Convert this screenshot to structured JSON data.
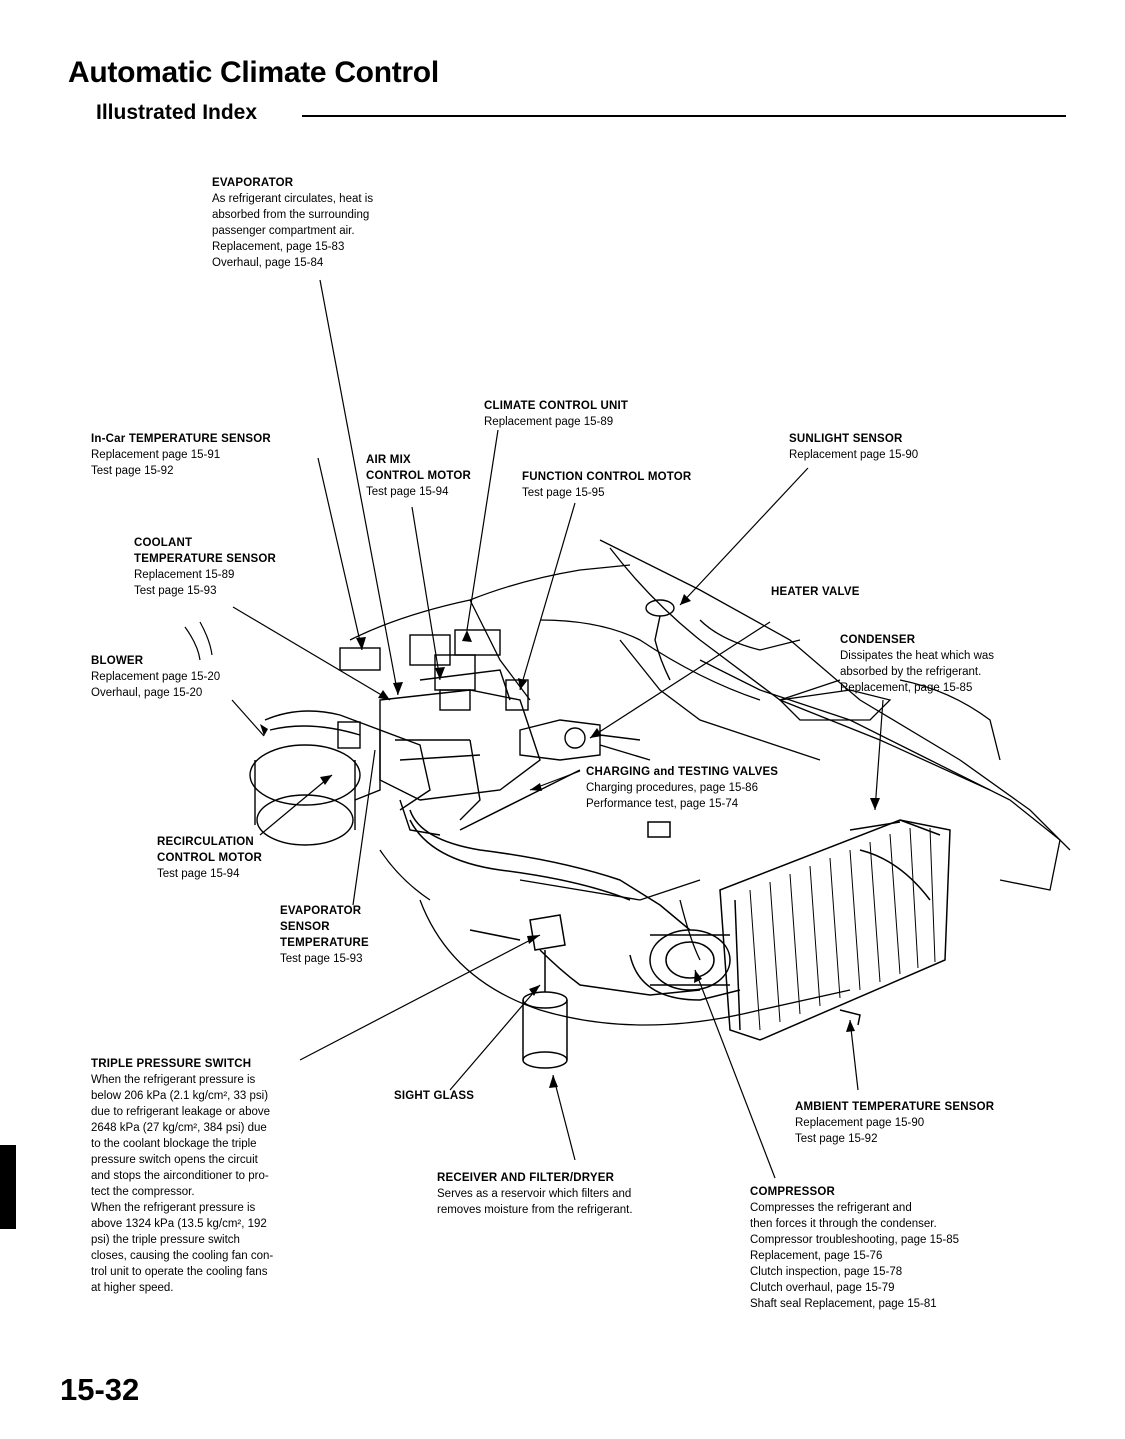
{
  "header": {
    "title": "Automatic Climate Control",
    "subtitle": "Illustrated Index"
  },
  "labels": {
    "evaporator": {
      "heading": "EVAPORATOR",
      "lines": [
        "As refrigerant circulates, heat is",
        "absorbed from the surrounding",
        "passenger compartment air.",
        "Replacement, page 15-83",
        "Overhaul, page 15-84"
      ]
    },
    "climate_control_unit": {
      "heading": "CLIMATE CONTROL UNIT",
      "lines": [
        "Replacement page 15-89"
      ]
    },
    "in_car_sensor": {
      "heading": "In-Car TEMPERATURE SENSOR",
      "lines": [
        "Replacement page 15-91",
        "Test page 15-92"
      ]
    },
    "air_mix": {
      "heading": "AIR MIX",
      "heading2": "CONTROL MOTOR",
      "lines": [
        "Test page 15-94"
      ]
    },
    "function_motor": {
      "heading": "FUNCTION CONTROL MOTOR",
      "lines": [
        "Test page 15-95"
      ]
    },
    "sunlight_sensor": {
      "heading": "SUNLIGHT SENSOR",
      "lines": [
        "Replacement page 15-90"
      ]
    },
    "coolant_sensor": {
      "heading": "COOLANT",
      "heading2": "TEMPERATURE SENSOR",
      "lines": [
        "Replacement 15-89",
        "Test page 15-93"
      ]
    },
    "heater_valve": {
      "heading": "HEATER VALVE"
    },
    "condenser": {
      "heading": "CONDENSER",
      "lines": [
        "Dissipates the heat which was",
        "absorbed by the refrigerant.",
        "Replacement, page 15-85"
      ]
    },
    "blower": {
      "heading": "BLOWER",
      "lines": [
        "Replacement page 15-20",
        "Overhaul, page 15-20"
      ]
    },
    "charging_valves": {
      "heading": "CHARGING and TESTING VALVES",
      "lines": [
        "Charging procedures, page 15-86",
        "Performance test, page 15-74"
      ]
    },
    "recirculation_motor": {
      "heading": "RECIRCULATION",
      "heading2": "CONTROL MOTOR",
      "lines": [
        "Test page 15-94"
      ]
    },
    "evaporator_sensor": {
      "heading": "EVAPORATOR",
      "heading2": "SENSOR",
      "heading3": "TEMPERATURE",
      "lines": [
        "Test page 15-93"
      ]
    },
    "triple_switch": {
      "heading": "TRIPLE PRESSURE SWITCH",
      "lines": [
        "When the refrigerant pressure is",
        "below 206 kPa (2.1 kg/cm², 33 psi)",
        "due to refrigerant leakage or above",
        "2648 kPa (27 kg/cm², 384 psi) due",
        "to the coolant blockage the triple",
        "pressure switch opens the circuit",
        "and stops the airconditioner to pro-",
        "tect the compressor.",
        "When the refrigerant pressure is",
        "above 1324 kPa (13.5 kg/cm², 192",
        "psi) the triple pressure switch",
        "closes, causing the cooling fan con-",
        "trol unit to operate the cooling fans",
        "at higher speed."
      ]
    },
    "sight_glass": {
      "heading": "SIGHT GLASS"
    },
    "ambient_sensor": {
      "heading": "AMBIENT TEMPERATURE SENSOR",
      "lines": [
        "Replacement page 15-90",
        "Test page 15-92"
      ]
    },
    "receiver_dryer": {
      "heading": "RECEIVER AND FILTER/DRYER",
      "lines": [
        "Serves as a reservoir which filters and",
        "removes moisture from the refrigerant."
      ]
    },
    "compressor": {
      "heading": "COMPRESSOR",
      "lines": [
        "Compresses the refrigerant and",
        "then forces it through the condenser.",
        "Compressor troubleshooting, page 15-85",
        "Replacement, page 15-76",
        "Clutch inspection, page 15-78",
        "Clutch overhaul, page 15-79",
        "Shaft seal Replacement, page 15-81"
      ]
    }
  },
  "footer": {
    "page_number": "15-32"
  }
}
